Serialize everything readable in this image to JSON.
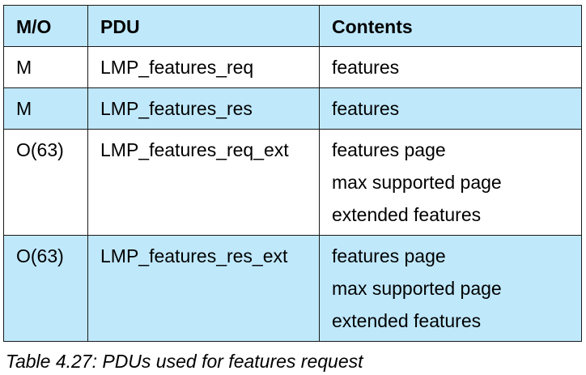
{
  "table": {
    "headers": [
      "M/O",
      "PDU",
      "Contents"
    ],
    "rows": [
      {
        "mo": "M",
        "pdu": "LMP_features_req",
        "contents": [
          "features"
        ]
      },
      {
        "mo": "M",
        "pdu": "LMP_features_res",
        "contents": [
          "features"
        ]
      },
      {
        "mo": "O(63)",
        "pdu": "LMP_features_req_ext",
        "contents": [
          "features page",
          "max supported page",
          "extended features"
        ]
      },
      {
        "mo": "O(63)",
        "pdu": "LMP_features_res_ext",
        "contents": [
          "features page",
          "max supported page",
          "extended features"
        ]
      }
    ],
    "header_bg": "#bfe8fb",
    "shaded_row_bg": "#bfe8fb",
    "plain_row_bg": "#ffffff"
  },
  "caption": "Table 4.27:  PDUs used for features request"
}
